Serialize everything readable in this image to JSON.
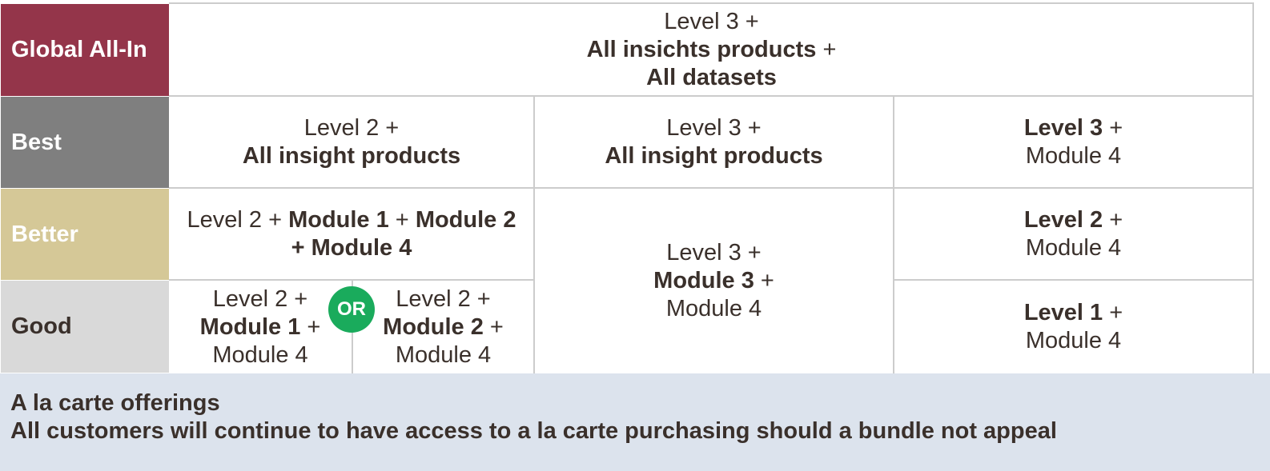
{
  "rows": {
    "global": {
      "label": "Global All-In",
      "color": "#94354a"
    },
    "best": {
      "label": "Best",
      "color": "#7f7f7f"
    },
    "better": {
      "label": "Better",
      "color": "#d5c897"
    },
    "good": {
      "label": "Good",
      "color": "#d9d9d9"
    }
  },
  "cells": {
    "global": {
      "l1": "Level 3 +",
      "l2": "All insichts products",
      "l2b": " +",
      "l3": "All datasets"
    },
    "best_c1": {
      "l1": "Level 2 +",
      "l2": "All insight products"
    },
    "best_c2": {
      "l1": "Level 3 +",
      "l2": "All insight products"
    },
    "best_c3": {
      "l1": "Level 3",
      "l1b": " +",
      "l2": "Module 4"
    },
    "better_c1": {
      "a": "Level 2 + ",
      "b": "Module 1",
      "c": " + ",
      "d": "Module 2",
      "e": "+ Module 4"
    },
    "betgood_c2": {
      "l1": "Level 3 +",
      "l2": "Module 3",
      "l2b": " +",
      "l3": "Module 4"
    },
    "better_c3": {
      "l1": "Level 2",
      "l1b": " +",
      "l2": "Module 4"
    },
    "good_a": {
      "l1": "Level 2 +",
      "l2": "Module 1",
      "l2b": " +",
      "l3": "Module 4"
    },
    "good_b": {
      "l1": "Level 2 +",
      "l2": "Module 2",
      "l2b": " +",
      "l3": "Module 4"
    },
    "good_c3": {
      "l1": "Level 1",
      "l1b": " +",
      "l2": "Module 4"
    }
  },
  "or_badge": "OR",
  "footer": {
    "title": "A la carte offerings",
    "text": "All customers will continue to have access to a la carte purchasing should a bundle not appeal"
  },
  "colors": {
    "or_badge": "#1aab5c",
    "footer_bg": "#dce3ed",
    "text": "#3a302b"
  }
}
